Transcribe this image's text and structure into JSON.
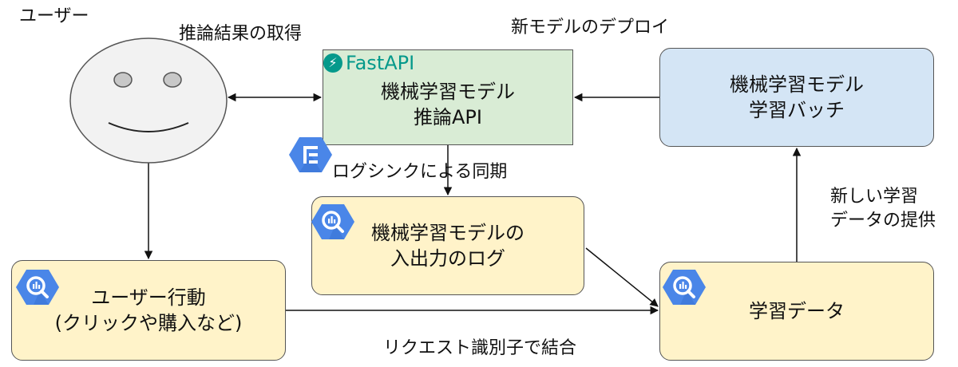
{
  "labels": {
    "user": "ユーザー",
    "get_result": "推論結果の取得",
    "deploy": "新モデルのデプロイ",
    "log_sync": "ログシンクによる同期",
    "provide_lines": [
      "新しい学習",
      "データの提供"
    ],
    "join": "リクエスト識別子で結合"
  },
  "nodes": {
    "inference_api": {
      "lines": [
        "機械学習モデル",
        "推論API"
      ],
      "badge": "FastAPI"
    },
    "train_batch": {
      "lines": [
        "機械学習モデル",
        "学習バッチ"
      ]
    },
    "io_log": {
      "lines": [
        "機械学習モデルの",
        "入出力のログ"
      ]
    },
    "user_action": {
      "lines": [
        "ユーザー行動",
        "(クリックや購入など)"
      ]
    },
    "train_data": {
      "lines": [
        "学習データ"
      ]
    }
  },
  "colors": {
    "yellow_fill": "#fff3c9",
    "blue_fill": "#d4e5f5",
    "green_fill": "#d9ecd5",
    "icon_blue": "#4a86e8",
    "fastapi_teal": "#05998b",
    "face_fill": "#f2f2f2"
  },
  "icons": {
    "bigquery": "bigquery-icon",
    "logging": "cloud-logging-icon",
    "fastapi": "fastapi-logo"
  }
}
